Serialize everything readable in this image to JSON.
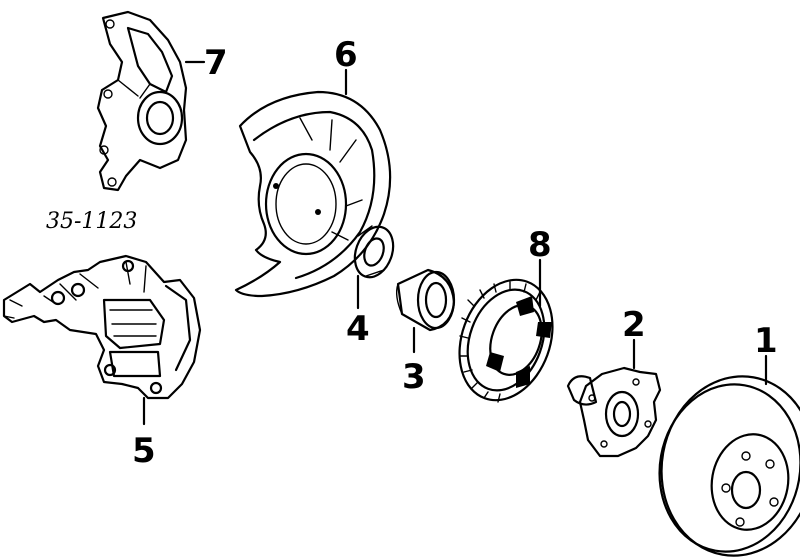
{
  "diagram": {
    "part_number": "35-1123",
    "callouts": {
      "c1": "1",
      "c2": "2",
      "c3": "3",
      "c4": "4",
      "c5": "5",
      "c6": "6",
      "c7": "7",
      "c8": "8"
    }
  }
}
